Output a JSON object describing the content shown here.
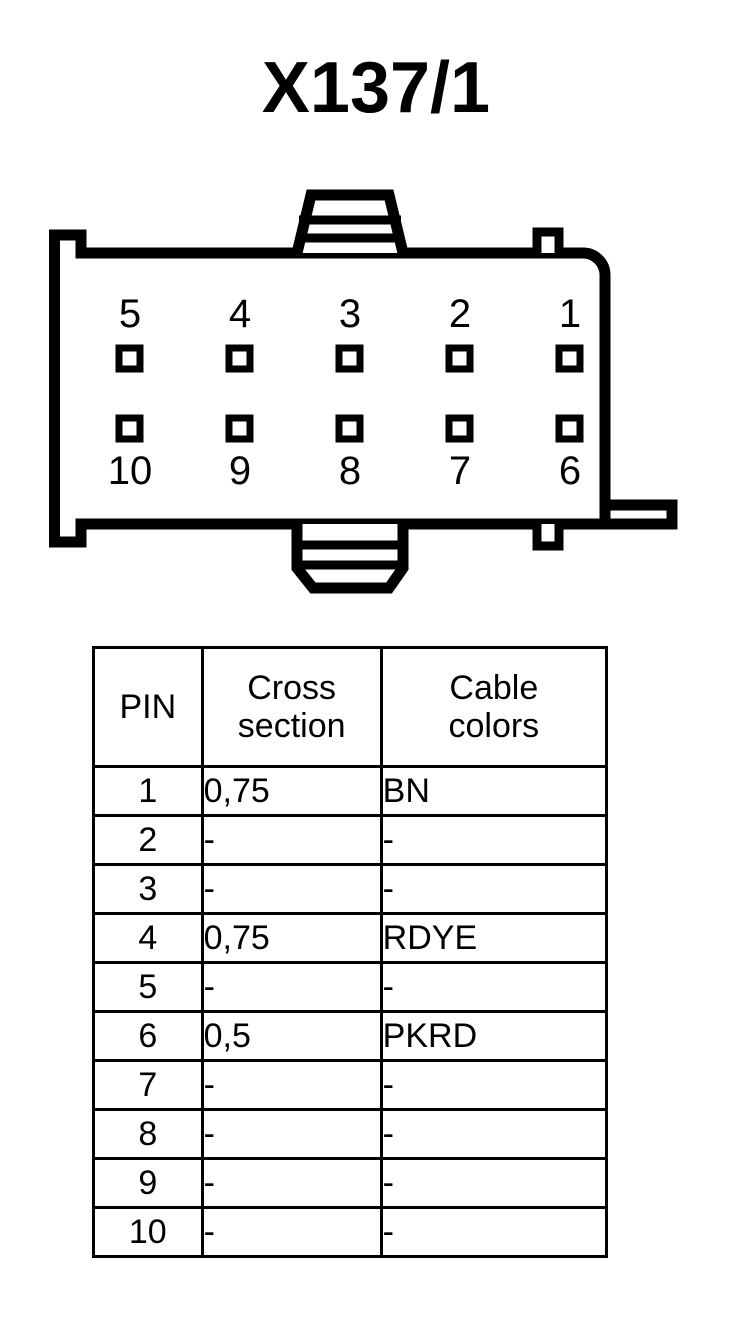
{
  "title": "X137/1",
  "connector": {
    "name": "10-pin-connector-outline",
    "top_row_labels": [
      "5",
      "4",
      "3",
      "2",
      "1"
    ],
    "bottom_row_labels": [
      "10",
      "9",
      "8",
      "7",
      "6"
    ],
    "pin_count": 10,
    "outline_color": "#000000",
    "fill_color": "#ffffff"
  },
  "table": {
    "headers": {
      "pin": "PIN",
      "cross_line1": "Cross",
      "cross_line2": "section",
      "color_line1": "Cable",
      "color_line2": "colors"
    },
    "rows": [
      {
        "pin": "1",
        "cross_section": "0,75",
        "cable_colors": "BN"
      },
      {
        "pin": "2",
        "cross_section": "-",
        "cable_colors": "-"
      },
      {
        "pin": "3",
        "cross_section": "-",
        "cable_colors": "-"
      },
      {
        "pin": "4",
        "cross_section": "0,75",
        "cable_colors": "RDYE"
      },
      {
        "pin": "5",
        "cross_section": "-",
        "cable_colors": "-"
      },
      {
        "pin": "6",
        "cross_section": "0,5",
        "cable_colors": "PKRD"
      },
      {
        "pin": "7",
        "cross_section": "-",
        "cable_colors": "-"
      },
      {
        "pin": "8",
        "cross_section": "-",
        "cable_colors": "-"
      },
      {
        "pin": "9",
        "cross_section": "-",
        "cable_colors": "-"
      },
      {
        "pin": "10",
        "cross_section": "-",
        "cable_colors": "-"
      }
    ]
  }
}
